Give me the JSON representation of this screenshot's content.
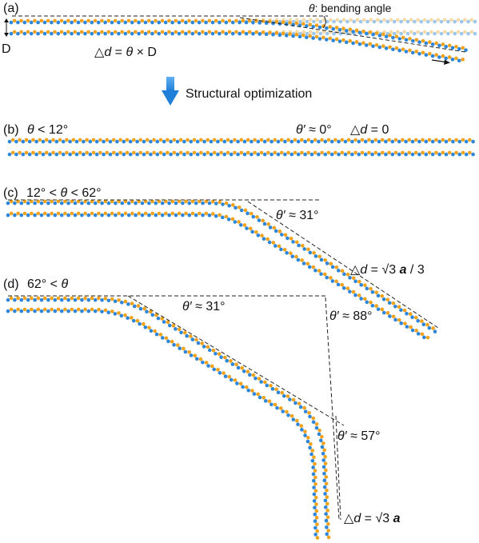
{
  "panel_a": {
    "label": "(a)",
    "theta_symbol": "θ",
    "bending_angle_text": ": bending angle",
    "d_label": "D",
    "formula_delta": "△",
    "formula_d": "d",
    "formula_eq": " = ",
    "formula_theta": "θ",
    "formula_rest": " × D"
  },
  "arrow_caption": "Structural optimization",
  "panel_b": {
    "label": "(b)",
    "condition_theta": "θ",
    "condition_rest": " < 12°",
    "theta_prime": "θ′",
    "theta_prime_val": " ≈ 0°",
    "delta_sym": "△",
    "delta_d": "d",
    "delta_val": " = 0"
  },
  "panel_c": {
    "label": "(c)",
    "cond_left": "12° < ",
    "cond_theta": "θ",
    "cond_right": " < 62°",
    "theta_prime": "θ′",
    "theta_prime_val": " ≈ 31°",
    "delta_sym": "△",
    "delta_d": "d",
    "delta_eq": " = √3 ",
    "delta_a": "a",
    "delta_tail": " / 3"
  },
  "panel_d": {
    "label": "(d)",
    "cond_left": "62° < ",
    "cond_theta": "θ",
    "theta_prime_1": "θ′",
    "theta_prime_1_val": " ≈ 31°",
    "theta_prime_2": "θ′",
    "theta_prime_2_val": " ≈ 88°",
    "theta_prime_3": "θ′",
    "theta_prime_3_val": " ≈ 57°",
    "delta_sym": "△",
    "delta_d": "d",
    "delta_eq": " = √3 ",
    "delta_a": "a"
  },
  "colors": {
    "atom_blue": "#2e86d9",
    "atom_orange": "#f0a21a",
    "arrow_blue": "#2f8ee0"
  }
}
